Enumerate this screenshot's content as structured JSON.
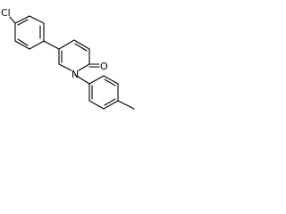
{
  "molecule": {
    "atoms": {
      "chlorine": "Cl",
      "nitrogen": "N",
      "oxygen": "O"
    }
  }
}
